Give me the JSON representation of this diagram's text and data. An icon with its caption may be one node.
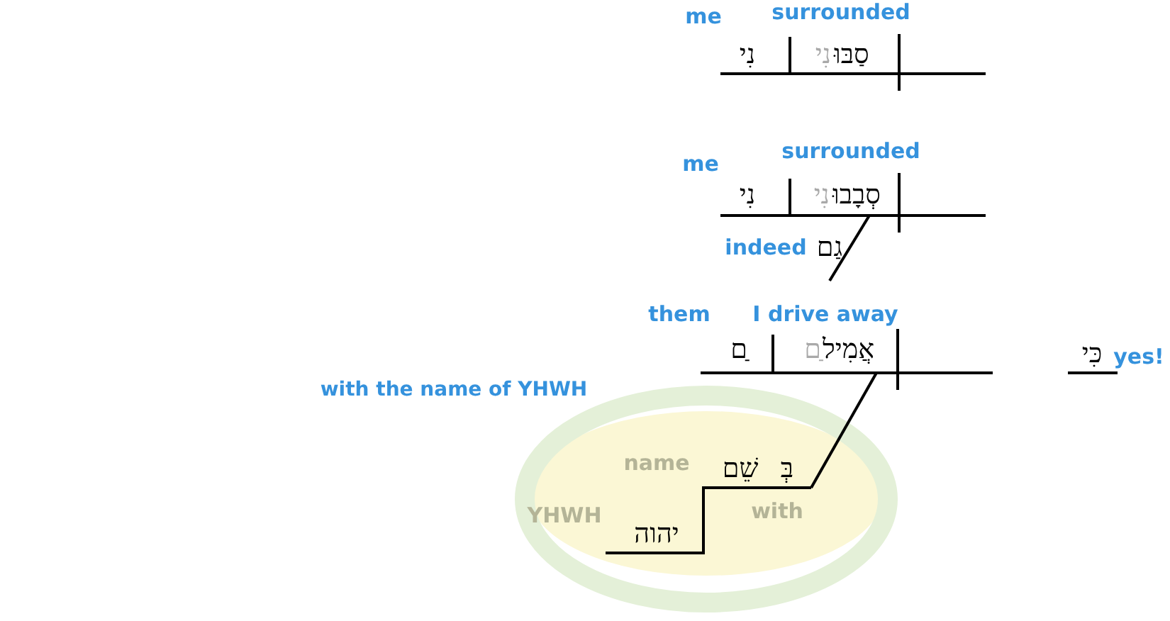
{
  "diagram": {
    "nodes": [
      {
        "text": [
          "name",
          "שֵׁם",
          "בְּ",
          "YHWH",
          "with",
          "יהוה"
        ]
      }
    ],
    "labels": [
      "me",
      "surrounded",
      "נִי",
      "נִי",
      "סַבּוּ",
      "me",
      "surrounded",
      "נִי",
      "נִי",
      "סְבָבוּ",
      "indeed",
      "גַם",
      "them",
      "I drive away",
      "ַם",
      "ַם",
      "אֲמִיל",
      "כִּי",
      "yes!",
      "with the name of YHWH"
    ]
  }
}
